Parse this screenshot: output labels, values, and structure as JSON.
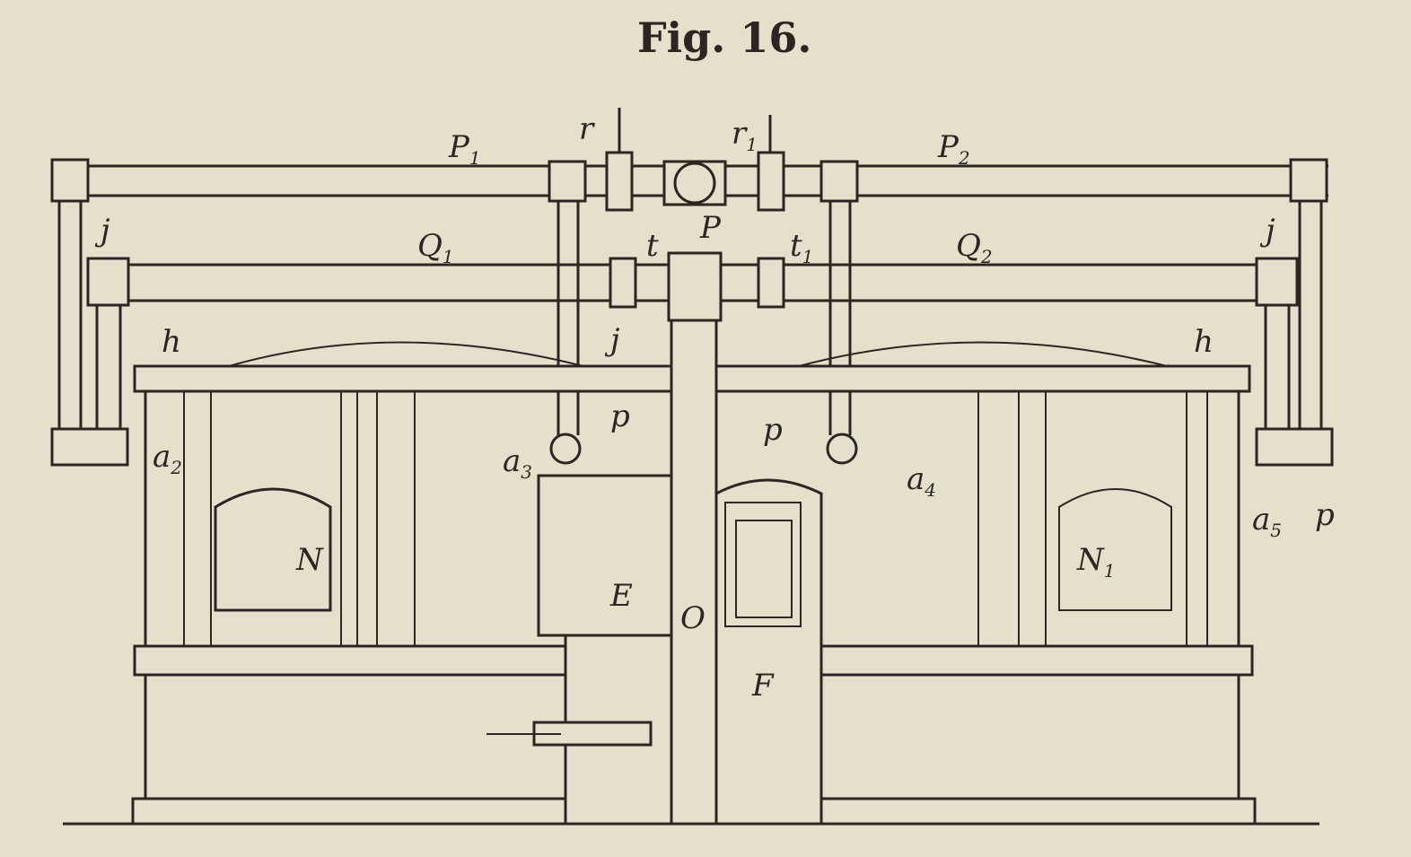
{
  "figure": {
    "title": "Fig. 16.",
    "labels": {
      "P1": "P",
      "P1_sub": "1",
      "P2": "P",
      "P2_sub": "2",
      "r": "r",
      "r1": "r",
      "r1_sub": "1",
      "P_center": "P",
      "Q1": "Q",
      "Q1_sub": "1",
      "Q2": "Q",
      "Q2_sub": "2",
      "t": "t",
      "t1": "t",
      "t1_sub": "1",
      "j_left": "j",
      "j_center": "j",
      "j_right": "j",
      "h_left": "h",
      "h_right": "h",
      "p_left": "p",
      "p_center": "p",
      "p_right": "p",
      "a2": "a",
      "a2_sub": "2",
      "a3": "a",
      "a3_sub": "3",
      "a4": "a",
      "a4_sub": "4",
      "a5": "a",
      "a5_sub": "5",
      "N": "N",
      "N1": "N",
      "N1_sub": "1",
      "E": "E",
      "O": "O",
      "F": "F"
    }
  },
  "colors": {
    "paper": "#e6dfcc",
    "ink": "#2b2622"
  }
}
